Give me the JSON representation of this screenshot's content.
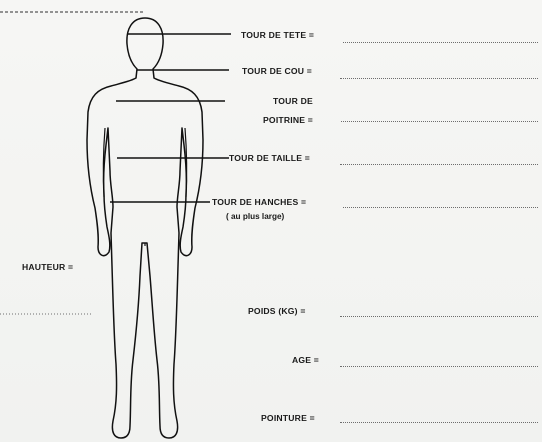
{
  "form": {
    "fields": [
      {
        "key": "tour_tete",
        "label": "TOUR DE TETE ="
      },
      {
        "key": "tour_cou",
        "label": "TOUR DE COU ="
      },
      {
        "key": "tour_poitrine",
        "label_line1": "TOUR DE",
        "label_line2": "POITRINE ="
      },
      {
        "key": "tour_taille",
        "label": "TOUR DE TAILLE ="
      },
      {
        "key": "tour_hanches",
        "label": "TOUR DE HANCHES =",
        "note": "( au plus large)"
      },
      {
        "key": "hauteur",
        "label": "HAUTEUR ="
      },
      {
        "key": "poids",
        "label": "POIDS (KG) ="
      },
      {
        "key": "age",
        "label": "AGE ="
      },
      {
        "key": "pointure",
        "label": "POINTURE ="
      }
    ]
  }
}
